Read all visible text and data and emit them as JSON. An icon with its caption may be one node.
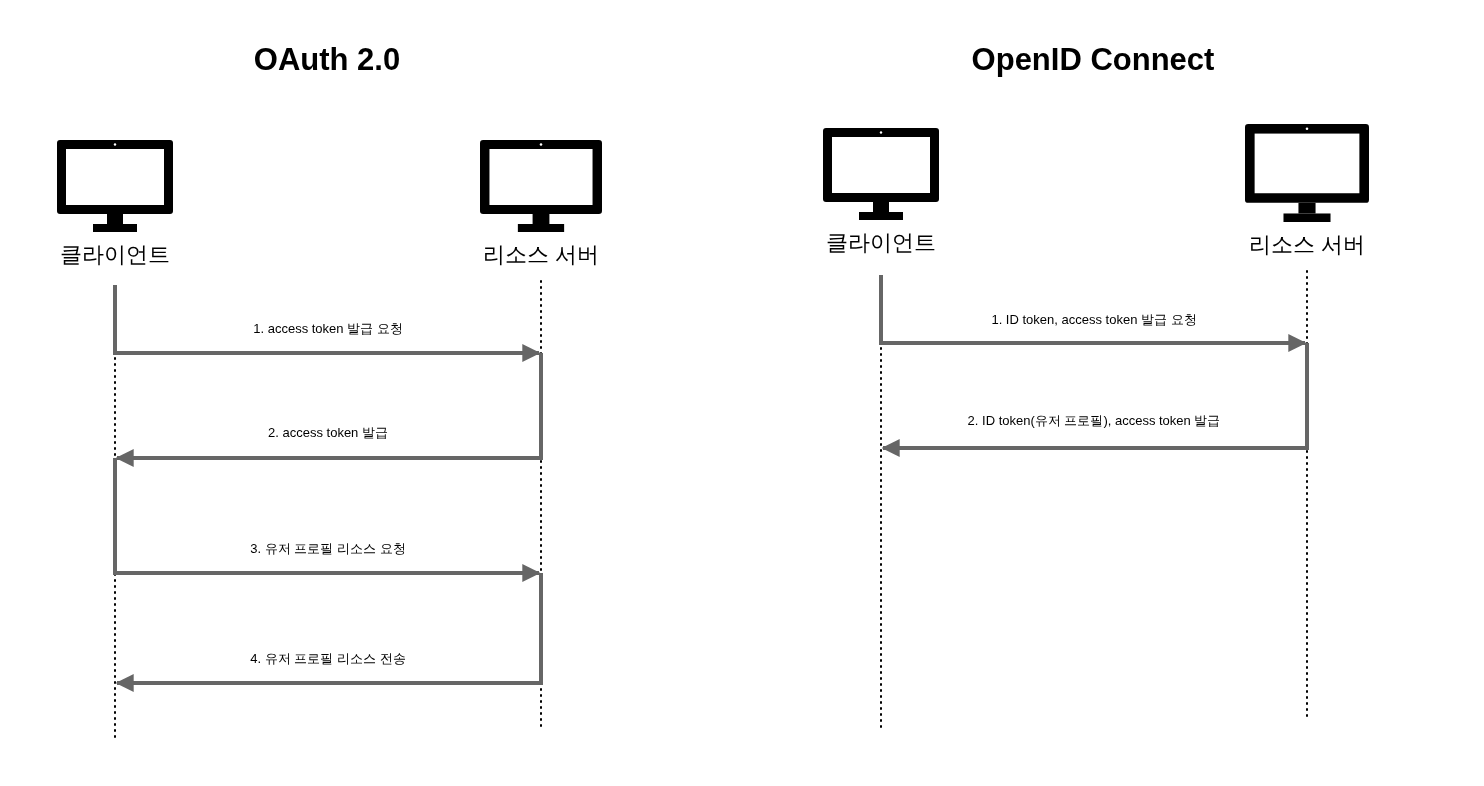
{
  "diagram": {
    "nodes": [
      {
        "text": [
          "클라이언트"
        ]
      },
      {
        "text": [
          "리소스 서버"
        ]
      },
      {
        "text": [
          "클라이언트"
        ]
      },
      {
        "text": [
          "리소스 서버"
        ]
      }
    ],
    "edges": [
      {
        "from": 0,
        "to": 1,
        "arrow": "to",
        "label": "1. access token 발급 요청"
      },
      {
        "from": 1,
        "to": 0,
        "arrow": "to",
        "label": "2. access token 발급"
      },
      {
        "from": 0,
        "to": 1,
        "arrow": "to",
        "label": "3. 유저 프로필 리소스 요청"
      },
      {
        "from": 1,
        "to": 0,
        "arrow": "to",
        "label": "4. 유저 프로필 리소스 전송"
      },
      {
        "from": 2,
        "to": 3,
        "arrow": "to",
        "label": "1. ID token, access token 발급 요청"
      },
      {
        "from": 3,
        "to": 2,
        "arrow": "to",
        "label": "2. ID token(유저 프로필), access token 발급"
      }
    ],
    "labels": [
      "OAuth 2.0",
      "OpenID Connect"
    ]
  }
}
